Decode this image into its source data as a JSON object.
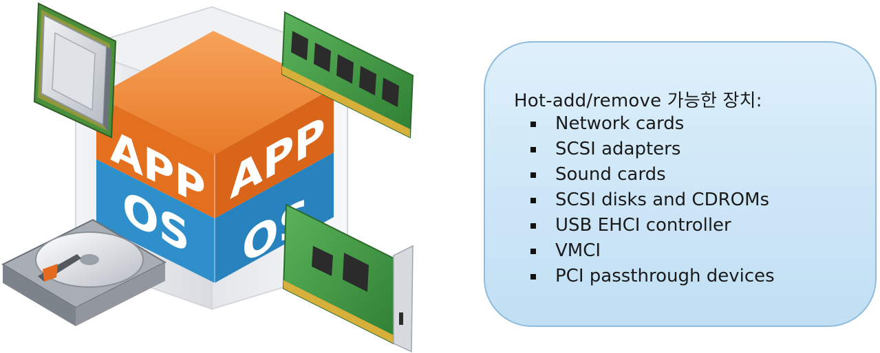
{
  "illustration": {
    "box_labels": {
      "app_left": "APP",
      "app_right": "APP",
      "os_left": "OS",
      "os_right": "OS"
    },
    "components": [
      "cpu-icon",
      "memory-module-icon",
      "hard-drive-icon",
      "expansion-card-icon"
    ],
    "colors": {
      "app_orange": "#e2701f",
      "os_blue": "#2f8fca",
      "pcb_green": "#3f9a3f",
      "panel_fill": "#d3e9f8",
      "panel_border": "#8fbcdc"
    }
  },
  "panel": {
    "title": "Hot-add/remove 가능한 장치:",
    "items": [
      "Network cards",
      "SCSI adapters",
      "Sound cards",
      "SCSI disks and CDROMs",
      "USB EHCI controller",
      "VMCI",
      "PCI passthrough devices"
    ]
  }
}
